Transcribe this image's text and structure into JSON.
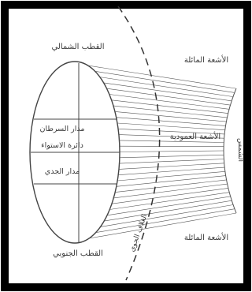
{
  "labels": {
    "north_pole": "القطب الشمالي",
    "south_pole": "القطب الجنوبي",
    "tropic_cancer": "مدار السرطان",
    "equator": "دائرة الاستواء",
    "tropic_capricorn": "مدار الجدي",
    "oblique_rays_top": "الأشعة المائلة",
    "oblique_rays_bottom": "الأشعة المائلة",
    "vertical_rays": "الأشعة العمودية",
    "sun": "الشمس",
    "atmosphere": "الغلاف الجوي"
  },
  "colors": {
    "frame": "#000000",
    "line": "#4a4a4a",
    "text": "#3a3a3a",
    "background": "#ffffff"
  }
}
